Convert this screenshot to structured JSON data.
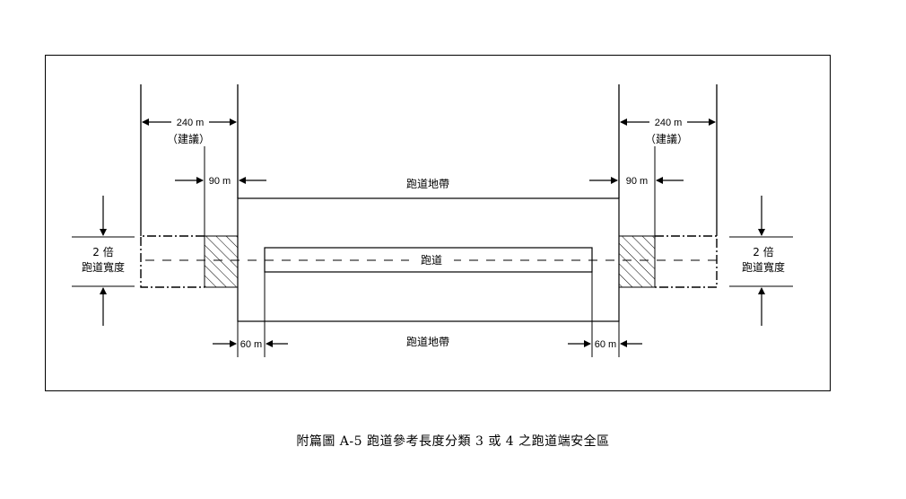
{
  "labels": {
    "distance_240": "240 m",
    "suggested": "（建議）",
    "distance_90": "90 m",
    "distance_60": "60 m",
    "runway_strip": "跑道地帶",
    "runway": "跑道",
    "two_times": "2 倍",
    "runway_width": "跑道寬度"
  },
  "caption": "附篇圖  A-5  跑道參考長度分類 3 或 4 之跑道端安全區"
}
